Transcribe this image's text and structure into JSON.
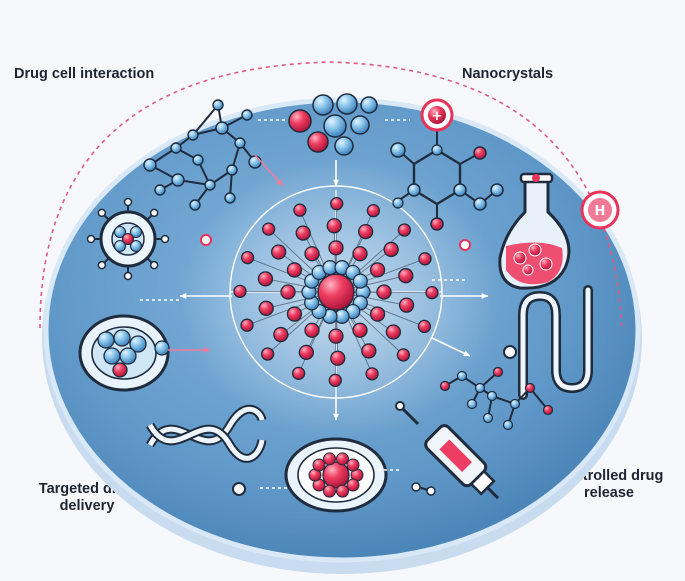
{
  "labels": {
    "top_left": "Drug cell interaction",
    "top_right": "Nanocrystals",
    "bottom_left": "Targeted drug\ndelivery",
    "bottom_right": "Controlled drug\nrelease"
  },
  "icons": [
    "molecular-network-icon",
    "nanoparticle-cluster-icon",
    "charged-molecule-icon",
    "flask-icon",
    "hydrogen-badge-icon",
    "cell-receptor-icon",
    "central-nanoparticle-icon",
    "targeted-cell-icon",
    "dna-helix-icon",
    "coil-icon",
    "nanoparticle-capsule-icon",
    "syringe-icon",
    "molecule-chain-icon"
  ],
  "colors": {
    "disc": "#5f98c8",
    "disc_edge": "#9fc5e6",
    "accent_red": "#e8335a",
    "accent_pink": "#f07a98",
    "dark_outline": "#1f2c3d",
    "sphere_blue": "#7bbde6",
    "dashed_arc": "#e05a80"
  }
}
